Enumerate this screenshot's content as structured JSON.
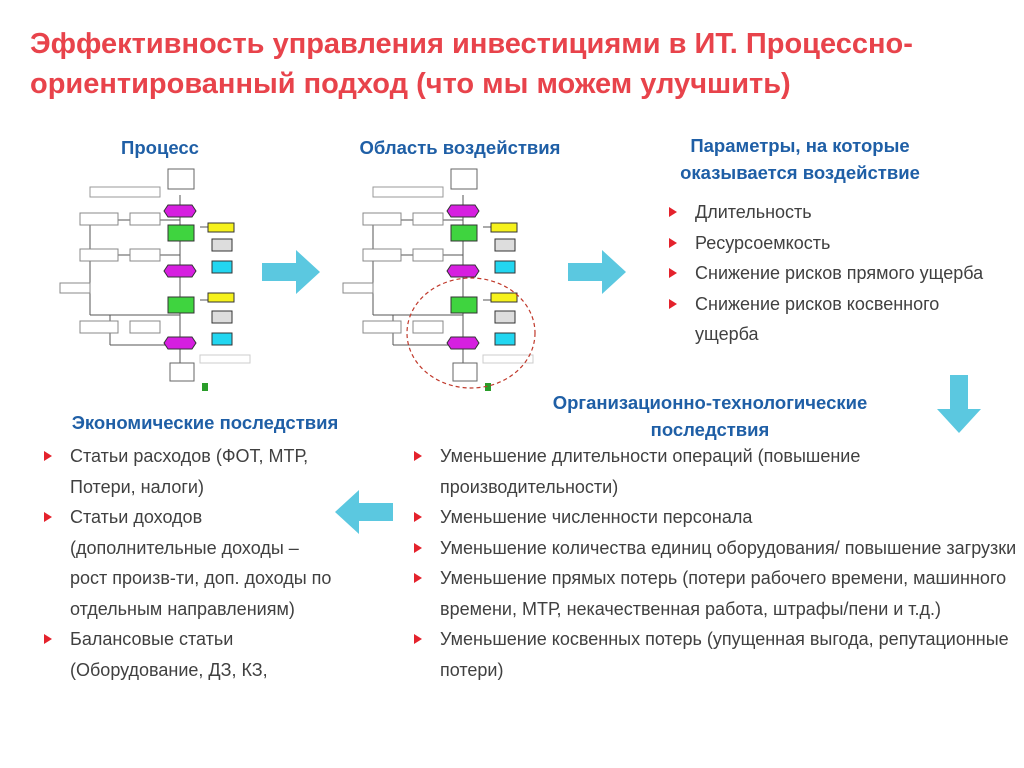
{
  "title": "Эффективность управления инвестициями в ИТ. Процессно-ориентированный подход (что мы можем улучшить)",
  "headers": {
    "process": "Процесс",
    "area": "Область воздействия",
    "params": "Параметры, на которые оказывается воздействие",
    "econ": "Экономические последствия",
    "org": "Организационно-технологические последствия"
  },
  "params_list": [
    "Длительность",
    "Ресурсоемкость",
    "Снижение рисков прямого ущерба",
    "Снижение рисков косвенного ущерба"
  ],
  "econ_list": [
    "Статьи расходов (ФОТ, МТР, Потери, налоги)",
    "Статьи доходов (дополнительные доходы – рост произв-ти, доп. доходы по отдельным направлениям)",
    "Балансовые статьи (Оборудование, ДЗ, КЗ,"
  ],
  "org_list": [
    "Уменьшение длительности операций (повышение производительности)",
    "Уменьшение численности персонала",
    "Уменьшение количества единиц оборудования/ повышение загрузки",
    "Уменьшение прямых потерь (потери рабочего времени, машинного времени, МТР, некачественная работа, штрафы/пени и т.д.)",
    "Уменьшение косвенных потерь (упущенная выгода, репутационные потери)"
  ],
  "colors": {
    "title": "#e8434b",
    "header": "#1f5fa6",
    "bullet": "#e4222c",
    "arrow": "#5bc8e0",
    "text": "#404040"
  },
  "icons": [
    "arrow-right-icon",
    "arrow-right-icon",
    "arrow-down-icon",
    "arrow-left-icon",
    "process-diagram-icon"
  ]
}
